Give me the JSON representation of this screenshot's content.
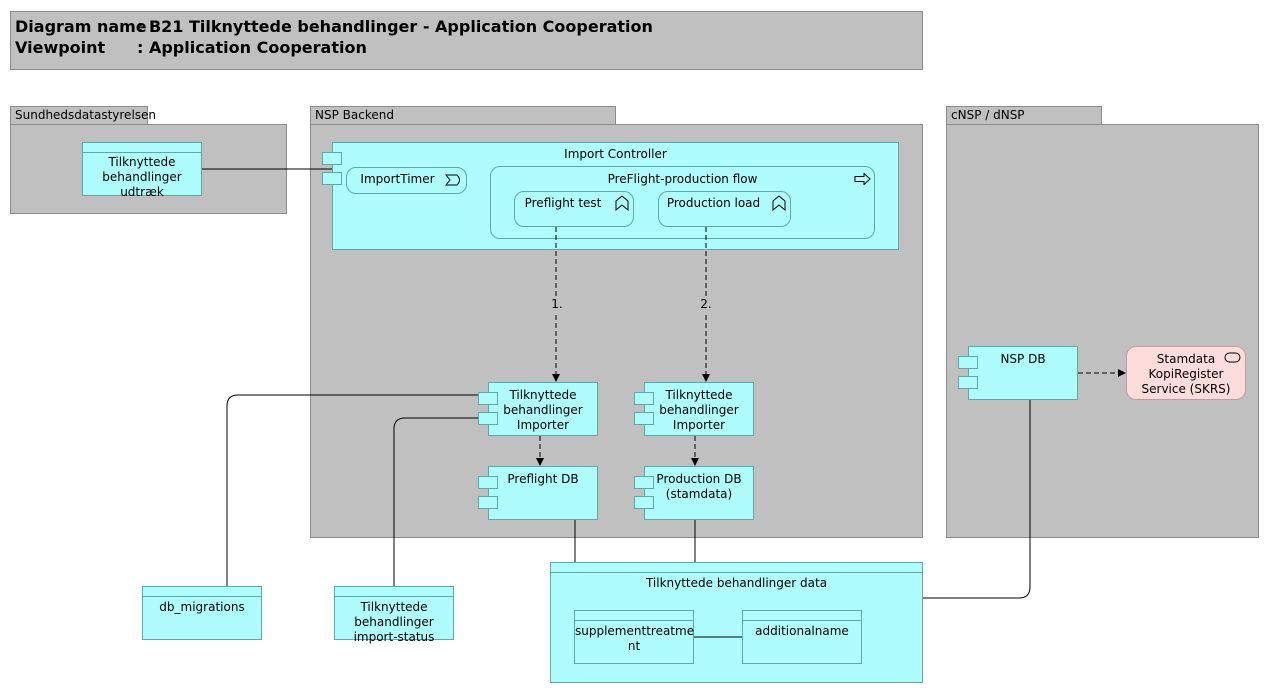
{
  "header": {
    "diagram_name_label": "Diagram name",
    "diagram_name_value": ": B21 Tilknyttede behandlinger - Application Cooperation",
    "viewpoint_label": "Viewpoint",
    "viewpoint_value": ": Application Cooperation"
  },
  "groups": {
    "sundhedsdatastyrelsen": "Sundhedsdatastyrelsen",
    "nsp_backend": "NSP Backend",
    "cnsp_dnsp": "cNSP / dNSP"
  },
  "elements": {
    "tilknyttede_udtraek": [
      "Tilknyttede",
      "behandlinger",
      "udtræk"
    ],
    "import_controller": "Import Controller",
    "import_timer": "ImportTimer",
    "preflight_production_flow": "PreFlight-production flow",
    "preflight_test": "Preflight test",
    "production_load": "Production load",
    "importer_left": [
      "Tilknyttede",
      "behandlinger",
      "Importer"
    ],
    "importer_right": [
      "Tilknyttede",
      "behandlinger",
      "Importer"
    ],
    "preflight_db": "Preflight DB",
    "production_db": [
      "Production DB",
      "(stamdata)"
    ],
    "nsp_db": "NSP DB",
    "skrs": [
      "Stamdata",
      "KopiRegister",
      "Service (SKRS)"
    ],
    "db_migrations": "db_migrations",
    "import_status": [
      "Tilknyttede",
      "behandlinger",
      "import-status"
    ],
    "data_group": "Tilknyttede behandlinger data",
    "supplementtreatment": [
      "supplementtreatme",
      "nt"
    ],
    "additionalname": "additionalname"
  },
  "edge_labels": {
    "edge1": "1.",
    "edge2": "2."
  }
}
